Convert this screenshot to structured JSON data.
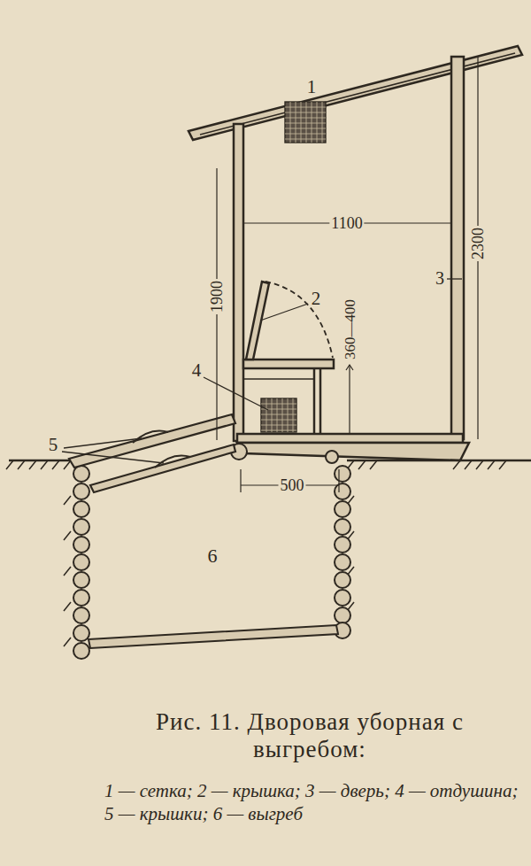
{
  "diagram": {
    "caption": "Рис. 11. Дворовая уборная с выгребом:",
    "labels": [
      "1",
      "1100",
      "1900",
      "2300",
      "3",
      "2",
      "4",
      "360—400",
      "5",
      "500",
      "6",
      "1 — сетка;",
      "2 — крышка;",
      "3 — дверь;",
      "4 — отдушина;",
      "5 — крышки;",
      "6 — выгреб"
    ]
  }
}
